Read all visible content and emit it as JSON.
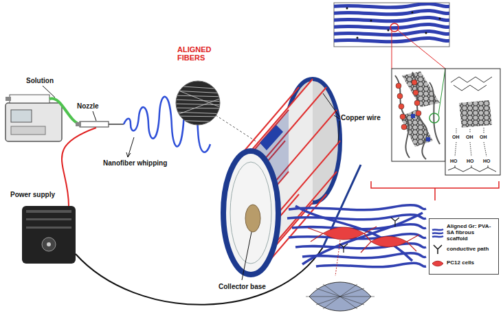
{
  "diagram": {
    "labels": [
      "ALIGNED FIBERS",
      "Copper wire",
      "Solution",
      "Nozzle",
      "Nanofiber whipping",
      "Power supply",
      "Collector base",
      "OH",
      "OH",
      "OH",
      "HO",
      "HO",
      "HO"
    ],
    "legend": [
      {
        "text": "Aligned Gr: PVA-SA fibrous scaffold"
      },
      {
        "text": "conductive path"
      },
      {
        "text": "PC12 cells"
      }
    ]
  }
}
